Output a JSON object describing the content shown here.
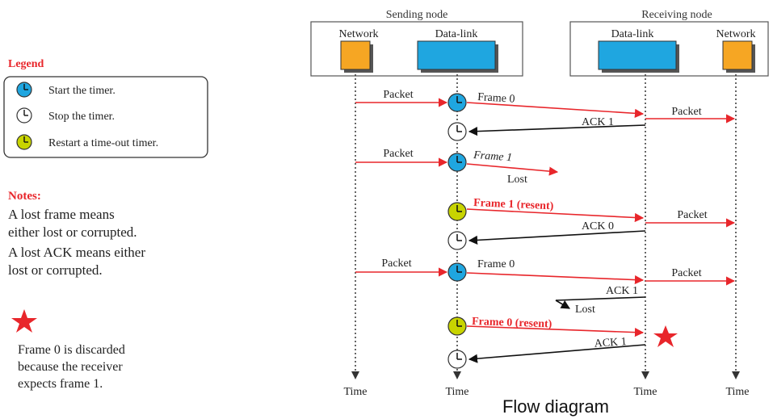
{
  "legend": {
    "title": "Legend",
    "items": [
      {
        "label": "Start the timer.",
        "icon": "timer-start-icon",
        "color": "#1fa6e0"
      },
      {
        "label": "Stop the timer.",
        "icon": "timer-stop-icon",
        "color": "#ffffff"
      },
      {
        "label": "Restart a time-out timer.",
        "icon": "timer-restart-icon",
        "color": "#c8d400"
      }
    ]
  },
  "notes": {
    "title": "Notes:",
    "lines": [
      "A lost frame means",
      "either lost or corrupted.",
      "A lost ACK means either",
      "lost or corrupted."
    ]
  },
  "star_note": {
    "lines": [
      "Frame 0 is discarded",
      "because the receiver",
      "expects frame 1."
    ]
  },
  "nodes": {
    "sending": "Sending node",
    "receiving": "Receiving node",
    "network_label": "Network",
    "datalink_label": "Data-link"
  },
  "messages": {
    "packet": "Packet",
    "frame0": "Frame 0",
    "ack1": "ACK 1",
    "frame1": "Frame 1",
    "lost": "Lost",
    "frame1_resent": "Frame 1 (resent)",
    "ack0": "ACK 0",
    "frame0_resent": "Frame 0 (resent)"
  },
  "time_label": "Time",
  "caption": "Flow diagram",
  "colors": {
    "red": "#e8262b",
    "blue": "#1fa6e0",
    "orange": "#f6a623",
    "yellow_green": "#c8d400"
  }
}
